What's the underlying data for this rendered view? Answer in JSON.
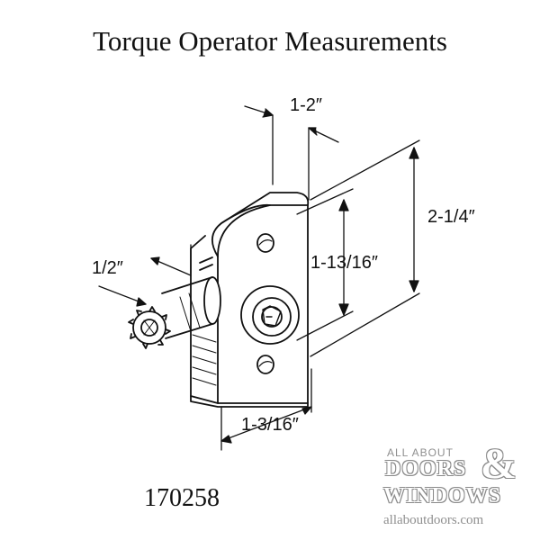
{
  "title": "Torque Operator Measurements",
  "dimensions": {
    "top_width": "1-2″",
    "overall_height": "2-1/4″",
    "hole_spacing": "1-13/16″",
    "shaft_length": "1/2″",
    "base_width": "1-3/16″"
  },
  "part_number": "170258",
  "logo": {
    "line1": "ALL ABOUT",
    "line2": "DOORS",
    "ampersand": "&",
    "line3": "WINDOWS",
    "url": "allaboutdoors.com"
  }
}
